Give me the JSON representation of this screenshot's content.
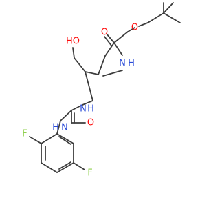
{
  "colors": {
    "bond": "#3c3c3c",
    "O": "#ff0d0d",
    "N": "#2a4bd7",
    "F": "#90d050"
  },
  "atoms": {
    "O_ester": {
      "label": "O",
      "element": "O"
    },
    "O_carbonyl_top": {
      "label": "O",
      "element": "O"
    },
    "N_carbamate": {
      "label": "N",
      "element": "N",
      "h": "H"
    },
    "O_hydroxyl": {
      "label": "HO",
      "element": "O"
    },
    "N_urea_1": {
      "label": "N",
      "element": "N",
      "h": "H"
    },
    "N_urea_2": {
      "label": "N",
      "element": "N",
      "h": "H"
    },
    "O_urea": {
      "label": "O",
      "element": "O"
    },
    "F_ortho": {
      "label": "F",
      "element": "F"
    },
    "F_meta": {
      "label": "F",
      "element": "F"
    }
  }
}
